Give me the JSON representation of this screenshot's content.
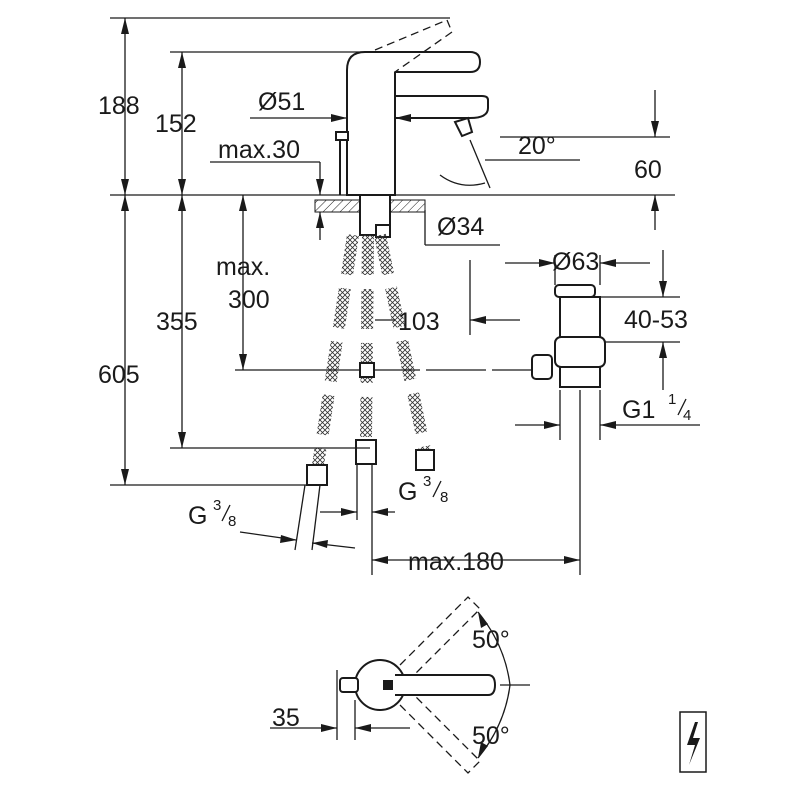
{
  "dimensions": {
    "total_height_top": "188",
    "spout_height": "152",
    "body_diameter": "Ø51",
    "max_deck": "max.30",
    "lever_angle": "20°",
    "spout_offset": "60",
    "hole_diameter": "Ø34",
    "max_300_line1": "max.",
    "max_300_line2": "300",
    "hose_length": "355",
    "total_length": "605",
    "waste_diameter": "Ø63",
    "spout_projection": "103",
    "waste_range": "40-53",
    "waste_thread": "G1",
    "waste_thread_num": "1",
    "waste_thread_den": "4",
    "hose_thread_left": "G",
    "hose_thread_left_num": "3",
    "hose_thread_left_den": "8",
    "hose_thread_right": "G",
    "hose_thread_right_num": "3",
    "hose_thread_right_den": "8",
    "max_reach": "max.180",
    "plan_width": "35",
    "plan_angle_top": "50°",
    "plan_angle_bottom": "50°"
  },
  "icons": {
    "electrical": "lightning-bolt-icon"
  }
}
